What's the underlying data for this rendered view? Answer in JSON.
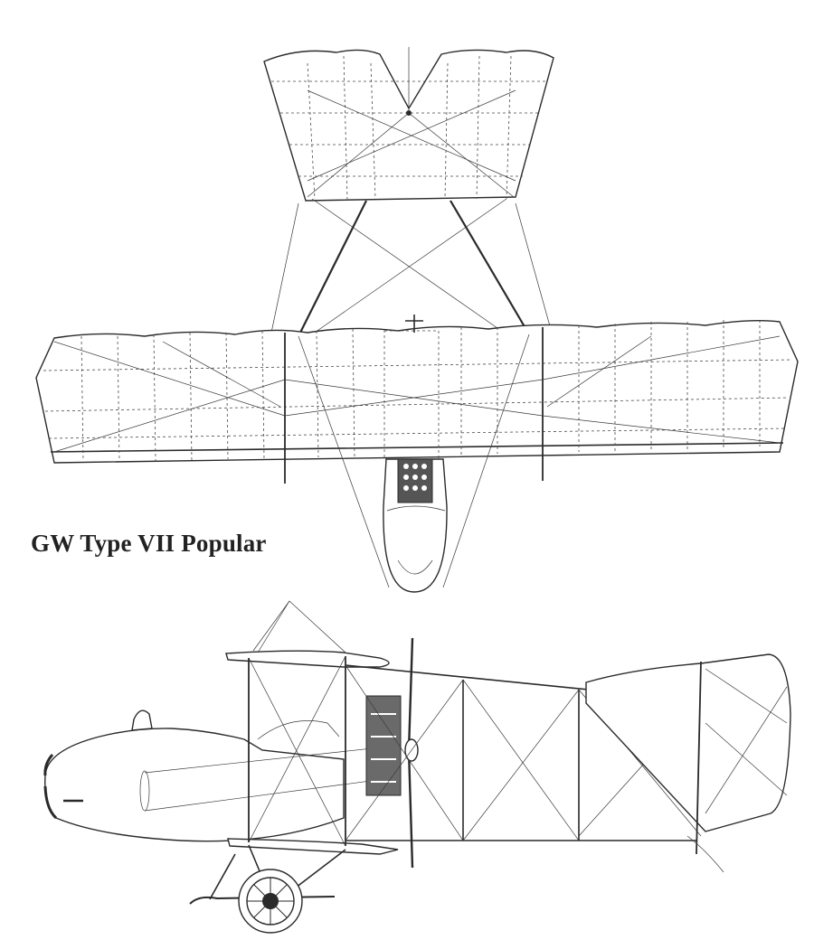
{
  "title": "GW Type VII Popular",
  "drawing": {
    "subject": "biplane-three-view",
    "views": [
      "plan-view",
      "side-elevation"
    ],
    "line_color": "#2a2a2a",
    "background": "#ffffff"
  }
}
